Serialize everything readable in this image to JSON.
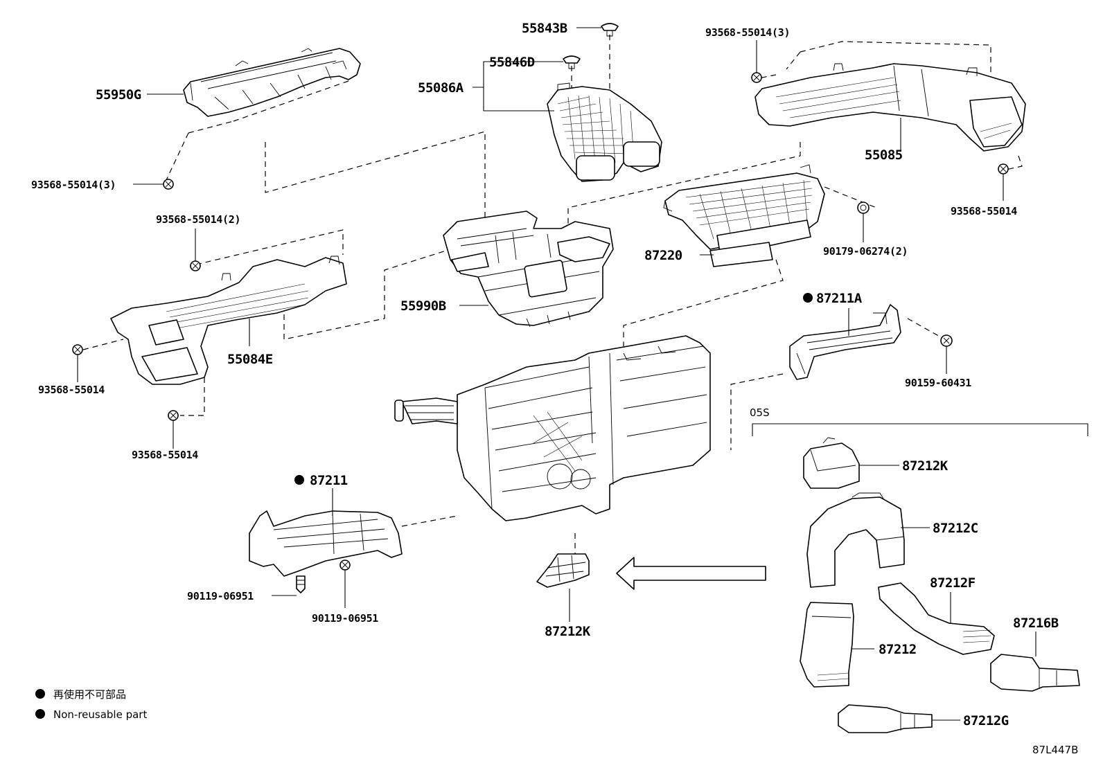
{
  "labels": {
    "p55843B": "55843B",
    "p55846D": "55846D",
    "p55086A": "55086A",
    "p55950G": "55950G",
    "p93568_top_left": "93568-55014(3)",
    "p93568_top_right": "93568-55014(3)",
    "p55085": "55085",
    "p93568_right": "93568-55014",
    "p93568_2": "93568-55014(2)",
    "p87220": "87220",
    "p90179": "90179-06274(2)",
    "p55990B": "55990B",
    "p87211A": "87211A",
    "p55084E": "55084E",
    "p90159": "90159-60431",
    "p93568_left_a": "93568-55014",
    "p93568_left_b": "93568-55014",
    "p05S": "05S",
    "p87212K_right": "87212K",
    "p87212C": "87212C",
    "p87211": "87211",
    "p87212F": "87212F",
    "p87216B": "87216B",
    "p90119_a": "90119-06951",
    "p90119_b": "90119-06951",
    "p87212K_bottom": "87212K",
    "p87212": "87212",
    "p87212G": "87212G"
  },
  "legend": {
    "line1": "再使用不可部品",
    "line2": "Non-reusable part"
  },
  "diagram_code": "87L447B"
}
